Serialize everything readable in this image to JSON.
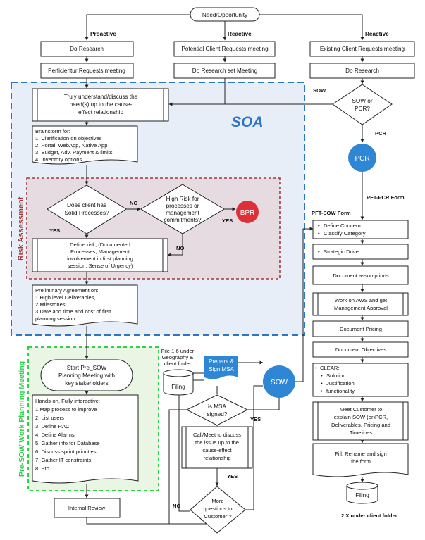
{
  "start": "Need/Opportunity",
  "branches": {
    "proactive": "Proactive",
    "reactive_1": "Reactive",
    "reactive_2": "Reactive"
  },
  "top_boxes": {
    "do_research_1": "Do Research",
    "perficientur_requests": "Perficientur Requests meeting",
    "potential_client": "Potential Client Requests meeting",
    "do_research_set_meeting": "Do Research set Meeting",
    "existing_client": "Existing Client Requests meeting",
    "do_research_2": "Do Research"
  },
  "soa": {
    "title": "SOA",
    "understand": [
      "Truly understand/discuss the",
      "need(s) up to the cause-",
      "effect relationship"
    ],
    "brainstorm": [
      "Brainstorm for:",
      "1. Clarification on objectives",
      "2. Portal, WebApp, Native App",
      "3. Budget, Adv. Payment & limits",
      "4. Inventory options"
    ]
  },
  "risk": {
    "title": "Risk Assessment",
    "solid_processes": [
      "Does client has",
      "Solid Processes?"
    ],
    "high_risk": [
      "High Risk for",
      "processes or",
      "management",
      "commitments?"
    ],
    "bpr": "BPR",
    "define_risk": [
      "Define risk, (Documented",
      "Processes, Management",
      "involvement in first planning",
      "session, Sense of Urgency)"
    ],
    "no_1": "NO",
    "no_2": "NO",
    "yes_1": "YES",
    "yes_2": "YES"
  },
  "preliminary": [
    "Preliminary Agreement on:",
    "1.High level Deliverables,",
    "2.Milestones",
    "3.Date and time and cost of first",
    "planning session"
  ],
  "pre_sow": {
    "title": "Pre-SOW Work Planning Meeting",
    "start_meeting": [
      "Start Pre_SOW",
      "Planning Meeting with",
      "key stakeholders"
    ],
    "hands_on": [
      "Hands-on, Fully interactive:",
      "1.Map process to improve",
      "2. List users",
      "3. Define RACI",
      "4. Define Alarms",
      "5. Gather info for Database",
      "6. Discuss sprint priorities",
      "7. Gather IT constraints",
      "8. Etc."
    ],
    "internal_review": "Internal Review"
  },
  "sow_decision": {
    "sow_label": "SOW",
    "question": [
      "SOW or",
      "PCR?"
    ],
    "pcr_label": "PCR",
    "pcr_circle": "PCR",
    "pft_pcr": "PFT-PCR  Form",
    "pft_sow": "PFT-SOW Form"
  },
  "right_column": {
    "define_concern": [
      "Define Concern",
      "Classify Category"
    ],
    "strategic_drive": "Strategic Drive",
    "document_assumptions": "Document assumptions",
    "aws": [
      "Work on AWS and get",
      "Management Approval"
    ],
    "document_pricing": "Document  Pricing",
    "document_objectives": "Document Objectives",
    "clear": [
      "CLEAR:",
      "Solution",
      "Justification",
      "functionality"
    ],
    "meet_customer": [
      "Meet  Customer to",
      "explain SOW (or)PCR,",
      "Deliverables, Pricing and",
      "Timelines"
    ],
    "fill_rename": [
      "Fill, Rename and sign",
      "the form"
    ],
    "filing": "Filing",
    "folder_note": "2.X under client folder"
  },
  "msa": {
    "file_note": [
      "File 1.6 under",
      "Geography &",
      "client folder"
    ],
    "prepare": [
      "Prepare &",
      "Sign MSA"
    ],
    "filing": "Filing",
    "sow_circle": "SOW",
    "is_signed": [
      "is MSA",
      "signed?"
    ],
    "yes_signed": "YES",
    "call_meet": [
      "Call/Meet  to discuss",
      "the issue up to the",
      "cause-effect",
      "relationship"
    ],
    "yes_more": "YES",
    "more_questions": [
      "More",
      "questions to",
      "Customer ?"
    ],
    "no_more": "NO"
  },
  "colors": {
    "soa_border": "#2e75c9",
    "soa_fill": "#e8eef7",
    "risk_border": "#a23a3a",
    "risk_fill": "#e6dbe1",
    "presow_border": "#2fcf4a",
    "presow_fill": "#e9f6e3",
    "blue_circle": "#2f86d4",
    "bpr_circle": "#dd3038",
    "msa_box": "#2f86d4"
  }
}
